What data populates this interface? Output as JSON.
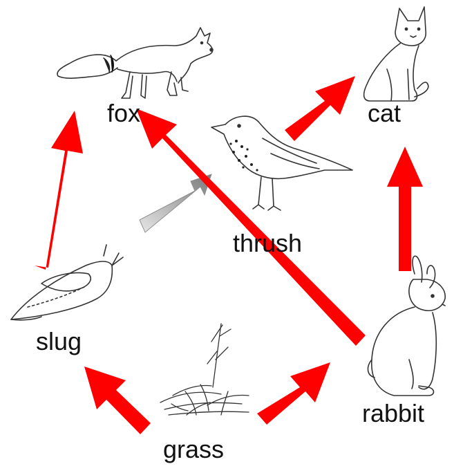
{
  "diagram": {
    "labels": {
      "fox": "fox",
      "cat": "cat",
      "thrush": "thrush",
      "slug": "slug",
      "rabbit": "rabbit",
      "grass": "grass"
    },
    "colors": {
      "arrow": "#ff0000",
      "grey_arrow": "#9a9a9a",
      "line_art": "#333333",
      "background": "#ffffff"
    },
    "icons": [
      "fox-icon",
      "cat-icon",
      "thrush-icon",
      "slug-icon",
      "rabbit-icon",
      "grass-icon"
    ]
  }
}
